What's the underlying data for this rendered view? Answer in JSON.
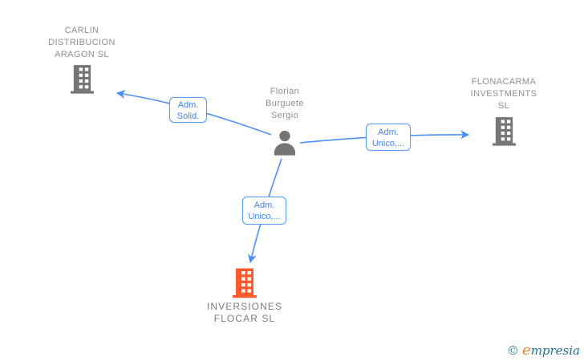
{
  "diagram": {
    "type": "corporate-relations-graph",
    "nodes": {
      "carlin": {
        "label": "CARLIN DISTRIBUCION ARAGON SL",
        "kind": "company",
        "icon": "building-icon",
        "icon_color": "#757575"
      },
      "florian": {
        "label": "Florian Burguete Sergio",
        "kind": "person",
        "icon": "person-icon",
        "icon_color": "#757575"
      },
      "flonacarma": {
        "label": "FLONACARMA INVESTMENTS SL",
        "kind": "company",
        "icon": "building-icon",
        "icon_color": "#757575"
      },
      "inversiones": {
        "label": "INVERSIONES FLOCAR SL",
        "kind": "company",
        "icon": "building-icon",
        "icon_color": "#fb5b2c",
        "highlighted": true
      }
    },
    "edges": [
      {
        "from": "florian",
        "to": "carlin",
        "label": "Adm. Solid."
      },
      {
        "from": "florian",
        "to": "flonacarma",
        "label": "Adm. Unico,..."
      },
      {
        "from": "florian",
        "to": "inversiones",
        "label": "Adm. Unico,..."
      }
    ],
    "colors": {
      "edge_line": "#4e8ef7",
      "edge_label_text": "#4285f4",
      "edge_label_border": "#5b9bf8",
      "node_text": "#8f8f8f",
      "node_icon_gray": "#757575",
      "node_icon_highlight": "#fb5b2c",
      "background": "#ffffff"
    }
  },
  "watermark": {
    "copyright": "©",
    "brand_initial": "e",
    "brand_rest": "mpresia",
    "copyright_color": "#2c7f91",
    "initial_color": "#f08232",
    "brand_color": "#22708c"
  }
}
